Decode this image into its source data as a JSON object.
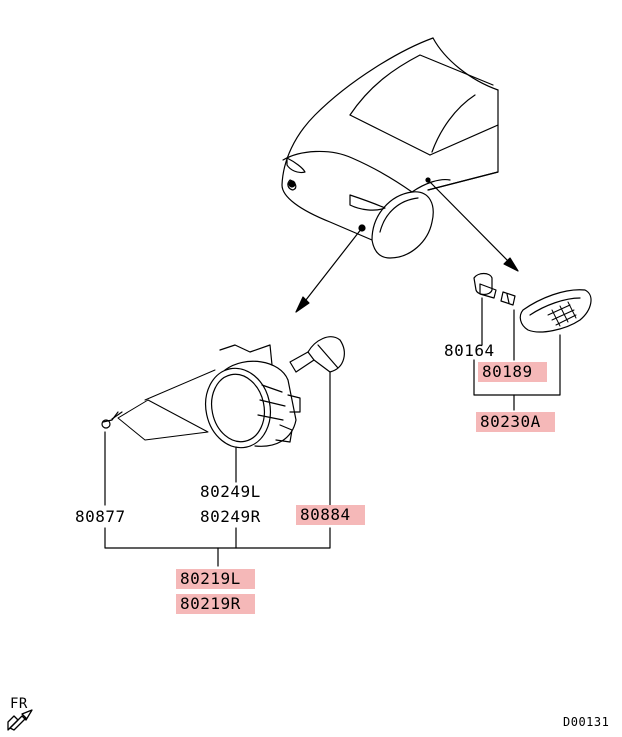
{
  "colors": {
    "highlight": "#f5b8b8",
    "line": "#000000",
    "background": "#ffffff"
  },
  "parts": {
    "p80164": "80164",
    "p80189": "80189",
    "p80230A": "80230A",
    "p80249L": "80249L",
    "p80249R": "80249R",
    "p80877": "80877",
    "p80884": "80884",
    "p80219L": "80219L",
    "p80219R": "80219R"
  },
  "front_indicator": {
    "label": "FR",
    "icon": "front-arrow-icon"
  },
  "diagram_id": "D00131"
}
